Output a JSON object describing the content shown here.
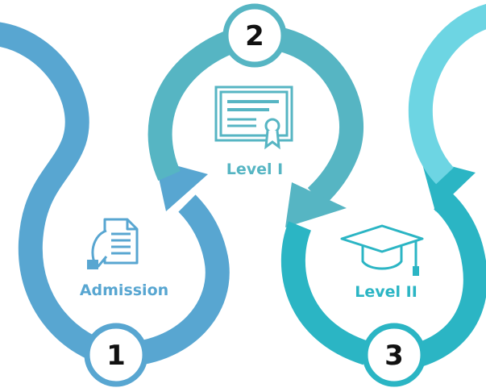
{
  "steps": [
    {
      "number": "1",
      "label": "Admission",
      "icon": "document-hand-icon",
      "color": "#58A6D1"
    },
    {
      "number": "2",
      "label": "Level I",
      "icon": "certificate-icon",
      "color": "#56B5C3"
    },
    {
      "number": "3",
      "label": "Level II",
      "icon": "graduation-cap-icon",
      "color": "#2BB5C4"
    }
  ],
  "colors": {
    "blue": "#58A6D1",
    "teal": "#56B5C3",
    "cyan": "#2BB5C4",
    "light_cyan": "#6DD5E3",
    "number_text": "#111111"
  }
}
